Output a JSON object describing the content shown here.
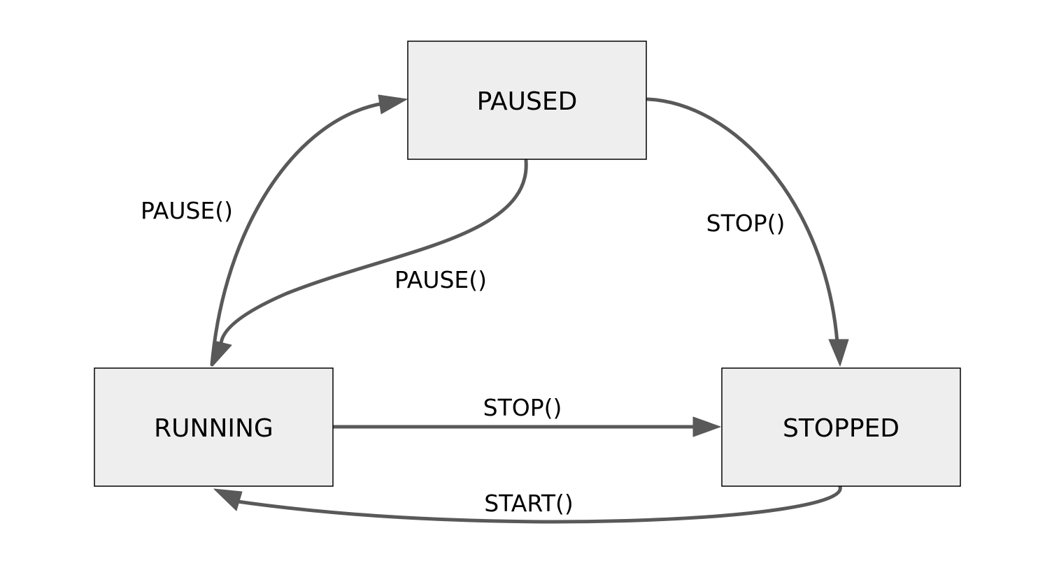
{
  "states": {
    "paused": "PAUSED",
    "running": "RUNNING",
    "stopped": "STOPPED"
  },
  "transitions": {
    "running_to_paused": "PAUSE()",
    "paused_to_running": "PAUSE()",
    "paused_to_stopped": "STOP()",
    "running_to_stopped": "STOP()",
    "stopped_to_running": "START()"
  },
  "colors": {
    "box_fill": "#eeeeee",
    "box_stroke": "#000000",
    "edge": "#595959",
    "text": "#000000"
  }
}
